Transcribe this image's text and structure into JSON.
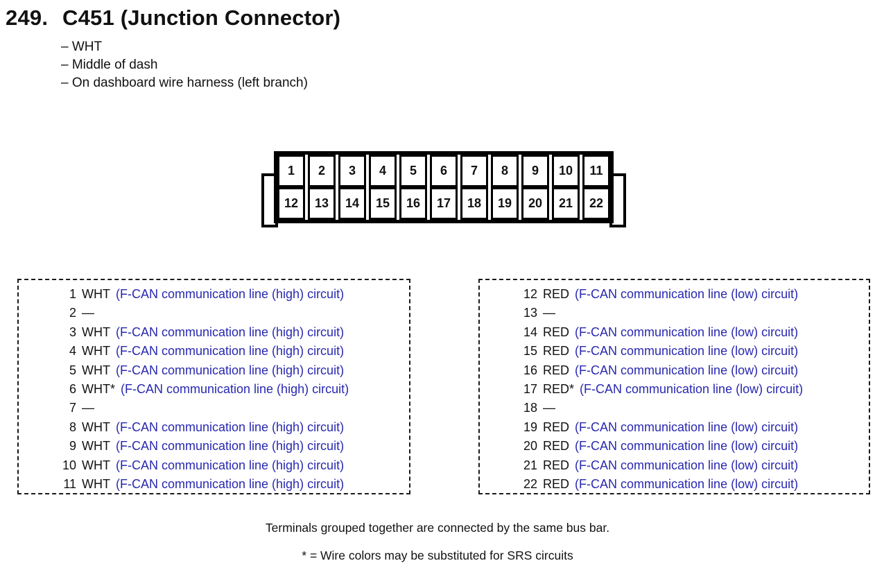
{
  "header": {
    "number": "249.",
    "title": "C451 (Junction Connector)",
    "bullets": [
      "– WHT",
      "– Middle of dash",
      "– On dashboard wire harness (left branch)"
    ]
  },
  "connector": {
    "top_row": [
      "1",
      "2",
      "3",
      "4",
      "5",
      "6",
      "7",
      "8",
      "9",
      "10",
      "11"
    ],
    "bottom_row": [
      "12",
      "13",
      "14",
      "15",
      "16",
      "17",
      "18",
      "19",
      "20",
      "21",
      "22"
    ]
  },
  "pin_tables": {
    "high": [
      {
        "n": "1",
        "color": "WHT",
        "desc": "(F-CAN communication line (high) circuit)"
      },
      {
        "n": "2",
        "color": "—",
        "desc": ""
      },
      {
        "n": "3",
        "color": "WHT",
        "desc": "(F-CAN communication line (high) circuit)"
      },
      {
        "n": "4",
        "color": "WHT",
        "desc": "(F-CAN communication line (high) circuit)"
      },
      {
        "n": "5",
        "color": "WHT",
        "desc": "(F-CAN communication line (high) circuit)"
      },
      {
        "n": "6",
        "color": "WHT*",
        "desc": "(F-CAN communication line (high) circuit)"
      },
      {
        "n": "7",
        "color": "—",
        "desc": ""
      },
      {
        "n": "8",
        "color": "WHT",
        "desc": "(F-CAN communication line (high) circuit)"
      },
      {
        "n": "9",
        "color": "WHT",
        "desc": "(F-CAN communication line (high) circuit)"
      },
      {
        "n": "10",
        "color": "WHT",
        "desc": "(F-CAN communication line (high) circuit)"
      },
      {
        "n": "11",
        "color": "WHT",
        "desc": "(F-CAN communication line (high) circuit)"
      }
    ],
    "low": [
      {
        "n": "12",
        "color": "RED",
        "desc": "(F-CAN communication line (low) circuit)"
      },
      {
        "n": "13",
        "color": "—",
        "desc": ""
      },
      {
        "n": "14",
        "color": "RED",
        "desc": "(F-CAN communication line (low) circuit)"
      },
      {
        "n": "15",
        "color": "RED",
        "desc": "(F-CAN communication line (low) circuit)"
      },
      {
        "n": "16",
        "color": "RED",
        "desc": "(F-CAN communication line (low) circuit)"
      },
      {
        "n": "17",
        "color": "RED*",
        "desc": "(F-CAN communication line (low) circuit)"
      },
      {
        "n": "18",
        "color": "—",
        "desc": ""
      },
      {
        "n": "19",
        "color": "RED",
        "desc": "(F-CAN communication line (low) circuit)"
      },
      {
        "n": "20",
        "color": "RED",
        "desc": "(F-CAN communication line (low) circuit)"
      },
      {
        "n": "21",
        "color": "RED",
        "desc": "(F-CAN communication line (low) circuit)"
      },
      {
        "n": "22",
        "color": "RED",
        "desc": "(F-CAN communication line (low) circuit)"
      }
    ]
  },
  "notes": [
    "Terminals grouped together are connected by the same bus bar.",
    "* = Wire colors may be substituted for SRS circuits"
  ],
  "colors": {
    "ink": "#111111",
    "circuit_text_blue": "#2828b0"
  }
}
